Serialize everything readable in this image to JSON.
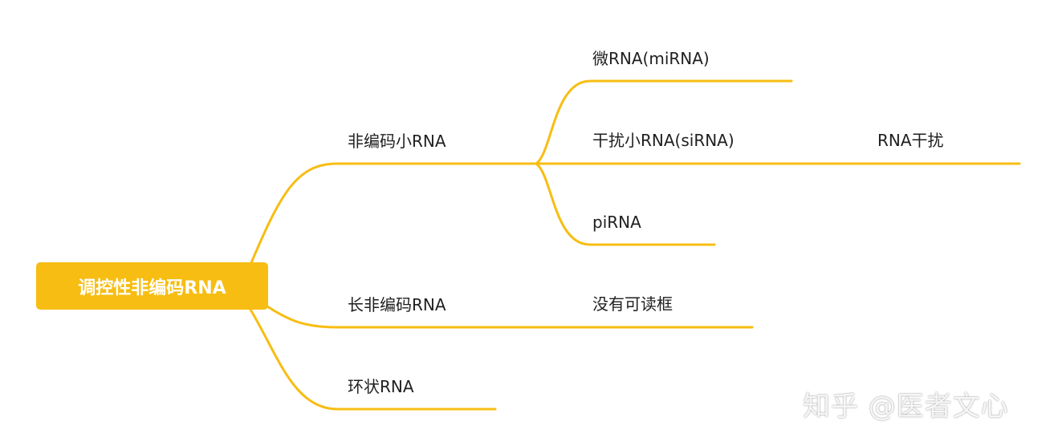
{
  "mindmap": {
    "root": "调控性非编码RNA",
    "branches": [
      {
        "label": "非编码小RNA",
        "children": [
          {
            "label": "微RNA(miRNA)"
          },
          {
            "label": "干扰小RNA(siRNA)",
            "children": [
              {
                "label": "RNA干扰"
              }
            ]
          },
          {
            "label": "piRNA"
          }
        ]
      },
      {
        "label": "长非编码RNA",
        "children": [
          {
            "label": "没有可读框"
          }
        ]
      },
      {
        "label": "环状RNA"
      }
    ]
  },
  "watermark": "知乎 @医者文心",
  "colors": {
    "accent": "#f7bd12",
    "line": "#f7bd12",
    "text": "#1f1f1f"
  }
}
